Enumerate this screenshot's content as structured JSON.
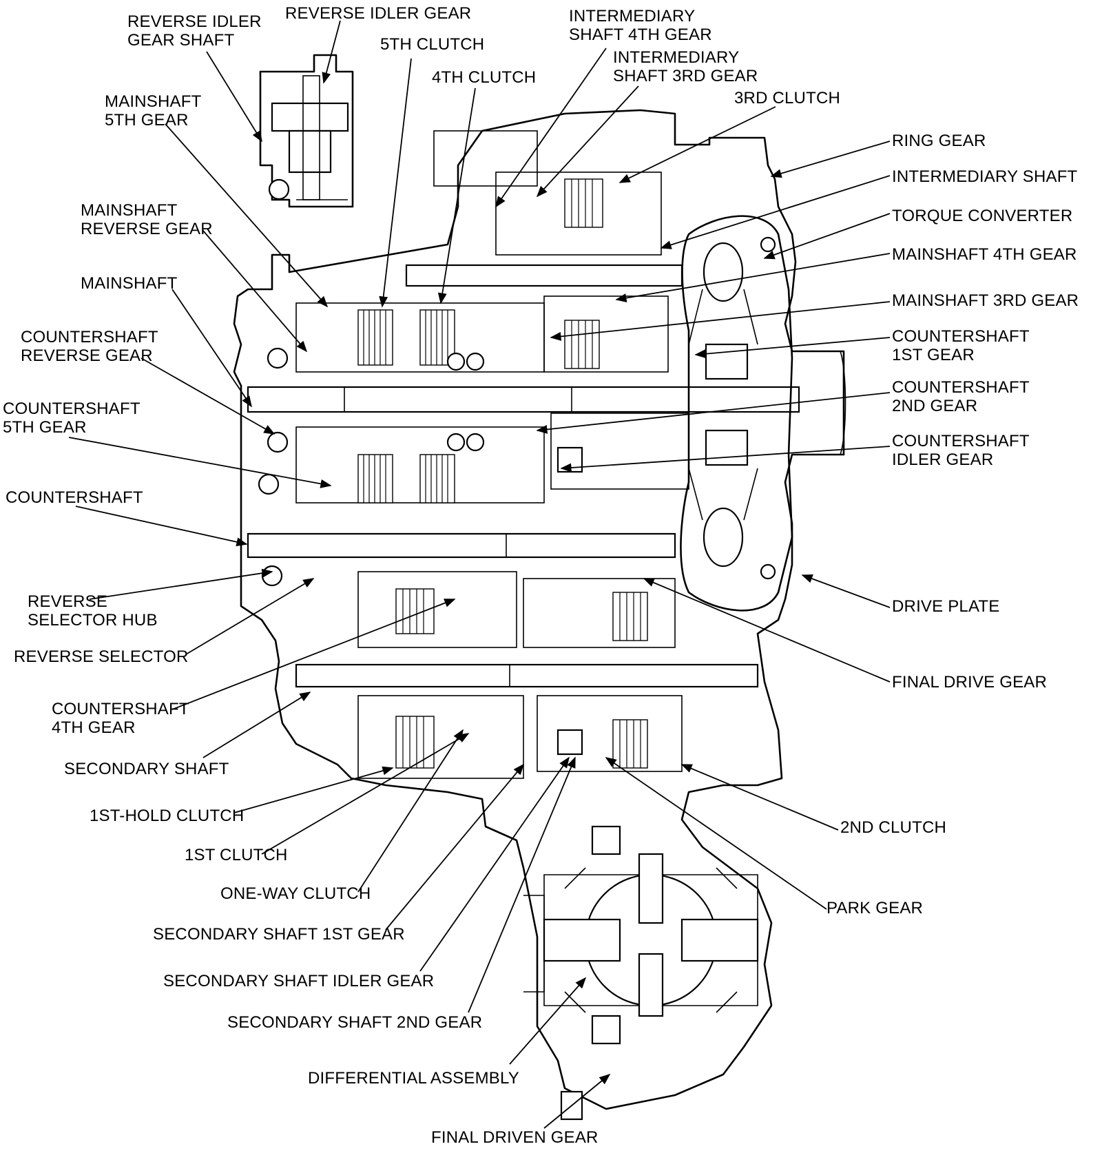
{
  "labels": {
    "reverse_idler_gear_shaft": "REVERSE IDLER\nGEAR SHAFT",
    "reverse_idler_gear": "REVERSE IDLER GEAR",
    "fifth_clutch": "5TH CLUTCH",
    "fourth_clutch": "4TH CLUTCH",
    "intermediary_shaft_4th_gear": "INTERMEDIARY\nSHAFT 4TH GEAR",
    "intermediary_shaft_3rd_gear": "INTERMEDIARY\nSHAFT 3RD GEAR",
    "third_clutch": "3RD CLUTCH",
    "mainshaft_5th_gear": "MAINSHAFT\n5TH GEAR",
    "ring_gear": "RING GEAR",
    "intermediary_shaft": "INTERMEDIARY SHAFT",
    "torque_converter": "TORQUE CONVERTER",
    "mainshaft_reverse_gear": "MAINSHAFT\nREVERSE GEAR",
    "mainshaft_4th_gear": "MAINSHAFT 4TH GEAR",
    "mainshaft": "MAINSHAFT",
    "mainshaft_3rd_gear": "MAINSHAFT 3RD GEAR",
    "countershaft_reverse_gear": "COUNTERSHAFT\nREVERSE GEAR",
    "countershaft_1st_gear": "COUNTERSHAFT\n1ST GEAR",
    "countershaft_5th_gear": "COUNTERSHAFT\n5TH GEAR",
    "countershaft_2nd_gear": "COUNTERSHAFT\n2ND GEAR",
    "countershaft_idler_gear": "COUNTERSHAFT\nIDLER GEAR",
    "countershaft": "COUNTERSHAFT",
    "reverse_selector_hub": "REVERSE\nSELECTOR HUB",
    "drive_plate": "DRIVE PLATE",
    "reverse_selector": "REVERSE SELECTOR",
    "final_drive_gear": "FINAL DRIVE GEAR",
    "countershaft_4th_gear": "COUNTERSHAFT\n4TH GEAR",
    "secondary_shaft": "SECONDARY SHAFT",
    "first_hold_clutch": "1ST-HOLD CLUTCH",
    "second_clutch": "2ND CLUTCH",
    "first_clutch": "1ST CLUTCH",
    "one_way_clutch": "ONE-WAY CLUTCH",
    "park_gear": "PARK GEAR",
    "secondary_shaft_1st_gear": "SECONDARY SHAFT 1ST GEAR",
    "secondary_shaft_idler_gear": "SECONDARY SHAFT IDLER GEAR",
    "secondary_shaft_2nd_gear": "SECONDARY SHAFT 2ND GEAR",
    "differential_assembly": "DIFFERENTIAL ASSEMBLY",
    "final_driven_gear": "FINAL DRIVEN GEAR"
  },
  "colors": {
    "ink": "#000000",
    "paper": "#ffffff"
  }
}
